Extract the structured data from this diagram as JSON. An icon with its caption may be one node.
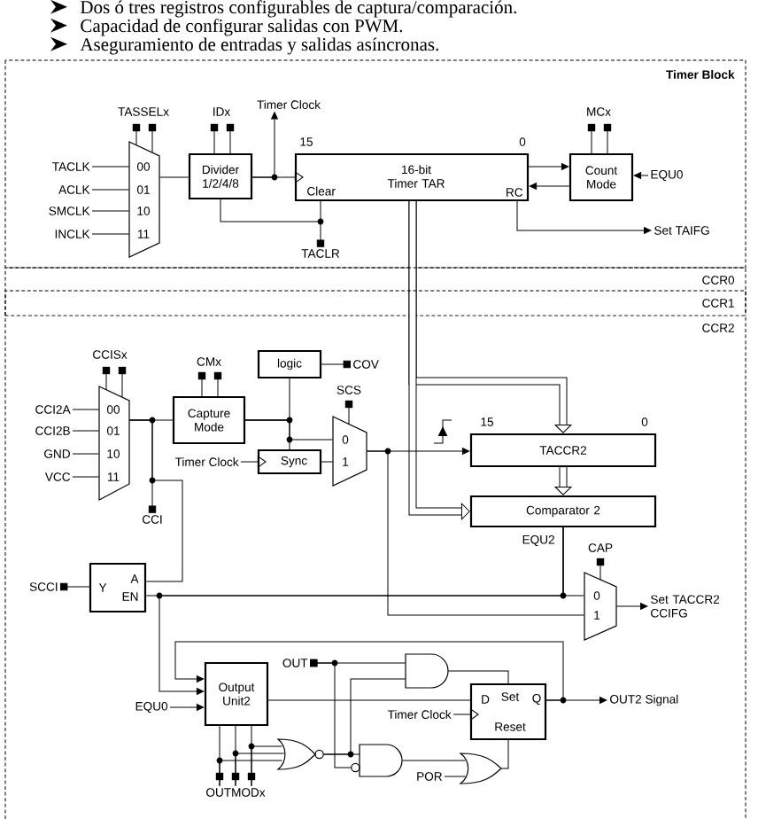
{
  "diagram": {
    "labels": [
      "Dos ó tres registros configurables de captura/comparación.",
      "Capacidad de configurar salidas con PWM.",
      "Aseguramiento de entradas y salidas asíncronas.",
      "CCR0",
      "CCR1"
    ],
    "nodes": [
      {
        "text": [
          "Timer Block"
        ]
      },
      {
        "text": [
          "00",
          "01",
          "10",
          "11"
        ],
        "beside": [
          "TASSELx"
        ],
        "in": 0
      },
      {
        "text": [
          "TACLK"
        ],
        "in": 0
      },
      {
        "text": [
          "ACLK"
        ],
        "in": 0
      },
      {
        "text": [
          "SMCLK"
        ],
        "in": 0
      },
      {
        "text": [
          "INCLK"
        ],
        "in": 0
      },
      {
        "text": [
          "Divider 1/2/4/8"
        ],
        "beside": [
          "IDx"
        ],
        "in": 0
      },
      {
        "text": [
          "Timer Clock"
        ],
        "in": 0
      },
      {
        "text": [
          "16-bit Timer TAR",
          "Clear",
          "RC"
        ],
        "beside": [
          "15",
          "0"
        ],
        "in": 0
      },
      {
        "text": [
          "TACLR"
        ],
        "in": 0
      },
      {
        "text": [
          "Count Mode"
        ],
        "beside": [
          "MCx"
        ],
        "in": 0
      },
      {
        "text": [
          "EQU0"
        ],
        "in": 0
      },
      {
        "text": [
          "Set TAIFG"
        ],
        "in": 0
      },
      {
        "text": [
          "CCR2"
        ]
      },
      {
        "text": [
          "00",
          "01",
          "10",
          "11"
        ],
        "beside": [
          "CCISx"
        ],
        "in": 13
      },
      {
        "text": [
          "CCI2A"
        ],
        "in": 13
      },
      {
        "text": [
          "CCI2B"
        ],
        "in": 13
      },
      {
        "text": [
          "GND"
        ],
        "in": 13
      },
      {
        "text": [
          "VCC"
        ],
        "in": 13
      },
      {
        "text": [
          "Capture Mode"
        ],
        "beside": [
          "CMx"
        ],
        "in": 13
      },
      {
        "text": [
          "logic"
        ],
        "in": 13
      },
      {
        "text": [
          "COV"
        ],
        "in": 13
      },
      {
        "text": [
          "Timer Clock"
        ],
        "in": 13
      },
      {
        "text": [
          "Sync"
        ],
        "in": 13
      },
      {
        "text": [
          "0",
          "1"
        ],
        "beside": [
          "SCS"
        ],
        "in": 13
      },
      {
        "text": [
          "CCI"
        ],
        "in": 13
      },
      {
        "text": [
          "Y",
          "A",
          "EN"
        ],
        "in": 13
      },
      {
        "text": [
          "SCCI"
        ],
        "in": 13
      },
      {
        "text": [
          "TACCR2"
        ],
        "beside": [
          "15",
          "0"
        ],
        "in": 13
      },
      {
        "text": [
          "Comparator 2"
        ],
        "beside": [
          "EQU2"
        ],
        "in": 13
      },
      {
        "text": [
          "0",
          "1"
        ],
        "beside": [
          "CAP"
        ],
        "in": 13
      },
      {
        "text": [
          "Set TACCR2 CCIFG"
        ],
        "in": 13
      },
      {
        "text": [
          "Output Unit2"
        ],
        "in": 13
      },
      {
        "text": [
          "OUT"
        ],
        "in": 13
      },
      {
        "text": [
          "EQU0"
        ],
        "in": 13
      },
      {
        "text": [
          "OUTMODx"
        ],
        "in": 13
      },
      {
        "text": [],
        "shape": "gate",
        "in": 13
      },
      {
        "text": [],
        "shape": "gate",
        "in": 13
      },
      {
        "text": [],
        "shape": "gate",
        "in": 13
      },
      {
        "text": [],
        "shape": "gate",
        "in": 13
      },
      {
        "text": [
          "POR"
        ],
        "in": 13
      },
      {
        "text": [
          "D",
          "Set",
          "Q",
          "Reset"
        ],
        "in": 13
      },
      {
        "text": [
          "Timer Clock"
        ],
        "in": 13
      },
      {
        "text": [
          "OUT2 Signal"
        ],
        "in": 13
      }
    ],
    "edges": [
      {
        "from": 2,
        "to": 1,
        "arrow": "none"
      },
      {
        "from": 3,
        "to": 1,
        "arrow": "none"
      },
      {
        "from": 4,
        "to": 1,
        "arrow": "none"
      },
      {
        "from": 5,
        "to": 1,
        "arrow": "none"
      },
      {
        "from": 1,
        "to": 6,
        "arrow": "none"
      },
      {
        "from": 6,
        "to": 8,
        "arrow": "to"
      },
      {
        "from": 6,
        "to": 7,
        "arrow": "to"
      },
      {
        "from": 9,
        "to": 8,
        "arrow": "other"
      },
      {
        "from": 9,
        "to": 6,
        "arrow": "other"
      },
      {
        "from": 8,
        "to": 10,
        "arrow": "to"
      },
      {
        "from": 10,
        "to": 8,
        "arrow": "to"
      },
      {
        "from": 11,
        "to": 10,
        "arrow": "to"
      },
      {
        "from": 8,
        "to": 12,
        "arrow": "to"
      },
      {
        "from": 8,
        "to": 28,
        "arrow": "to",
        "style": "thick"
      },
      {
        "from": 8,
        "to": 29,
        "arrow": "to",
        "style": "thick"
      },
      {
        "from": 28,
        "to": 29,
        "arrow": "to",
        "style": "thick"
      },
      {
        "from": 15,
        "to": 14,
        "arrow": "none"
      },
      {
        "from": 16,
        "to": 14,
        "arrow": "none"
      },
      {
        "from": 17,
        "to": 14,
        "arrow": "none"
      },
      {
        "from": 18,
        "to": 14,
        "arrow": "none"
      },
      {
        "from": 14,
        "to": 19,
        "arrow": "none"
      },
      {
        "from": 14,
        "to": 25,
        "arrow": "other"
      },
      {
        "from": 14,
        "to": 26,
        "arrow": "none"
      },
      {
        "from": 19,
        "to": 20,
        "arrow": "none"
      },
      {
        "from": 19,
        "to": 24,
        "arrow": "none"
      },
      {
        "from": 19,
        "to": 23,
        "arrow": "none"
      },
      {
        "from": 20,
        "to": 21,
        "arrow": "other"
      },
      {
        "from": 22,
        "to": 23,
        "arrow": "to"
      },
      {
        "from": 23,
        "to": 24,
        "arrow": "none"
      },
      {
        "from": 24,
        "to": 28,
        "arrow": "to"
      },
      {
        "from": 24,
        "to": 30,
        "arrow": "none"
      },
      {
        "from": 26,
        "to": 27,
        "arrow": "other"
      },
      {
        "from": 29,
        "to": 30,
        "arrow": "none"
      },
      {
        "from": 29,
        "to": 26,
        "arrow": "none"
      },
      {
        "from": 29,
        "to": 32,
        "arrow": "to"
      },
      {
        "from": 30,
        "to": 31,
        "arrow": "to"
      },
      {
        "from": 41,
        "to": 32,
        "arrow": "to"
      },
      {
        "from": 34,
        "to": 32,
        "arrow": "to"
      },
      {
        "from": 32,
        "to": 41,
        "arrow": "none"
      },
      {
        "from": 35,
        "to": 32,
        "arrow": "none"
      },
      {
        "from": 35,
        "to": 36,
        "arrow": "none"
      },
      {
        "from": 33,
        "to": 37,
        "arrow": "other"
      },
      {
        "from": 33,
        "to": 38,
        "arrow": "other"
      },
      {
        "from": 36,
        "to": 37,
        "arrow": "none"
      },
      {
        "from": 36,
        "to": 38,
        "arrow": "none"
      },
      {
        "from": 37,
        "to": 41,
        "arrow": "none"
      },
      {
        "from": 38,
        "to": 39,
        "arrow": "none"
      },
      {
        "from": 40,
        "to": 39,
        "arrow": "none"
      },
      {
        "from": 39,
        "to": 41,
        "arrow": "none"
      },
      {
        "from": 42,
        "to": 41,
        "arrow": "to"
      },
      {
        "from": 41,
        "to": 43,
        "arrow": "to"
      }
    ]
  }
}
